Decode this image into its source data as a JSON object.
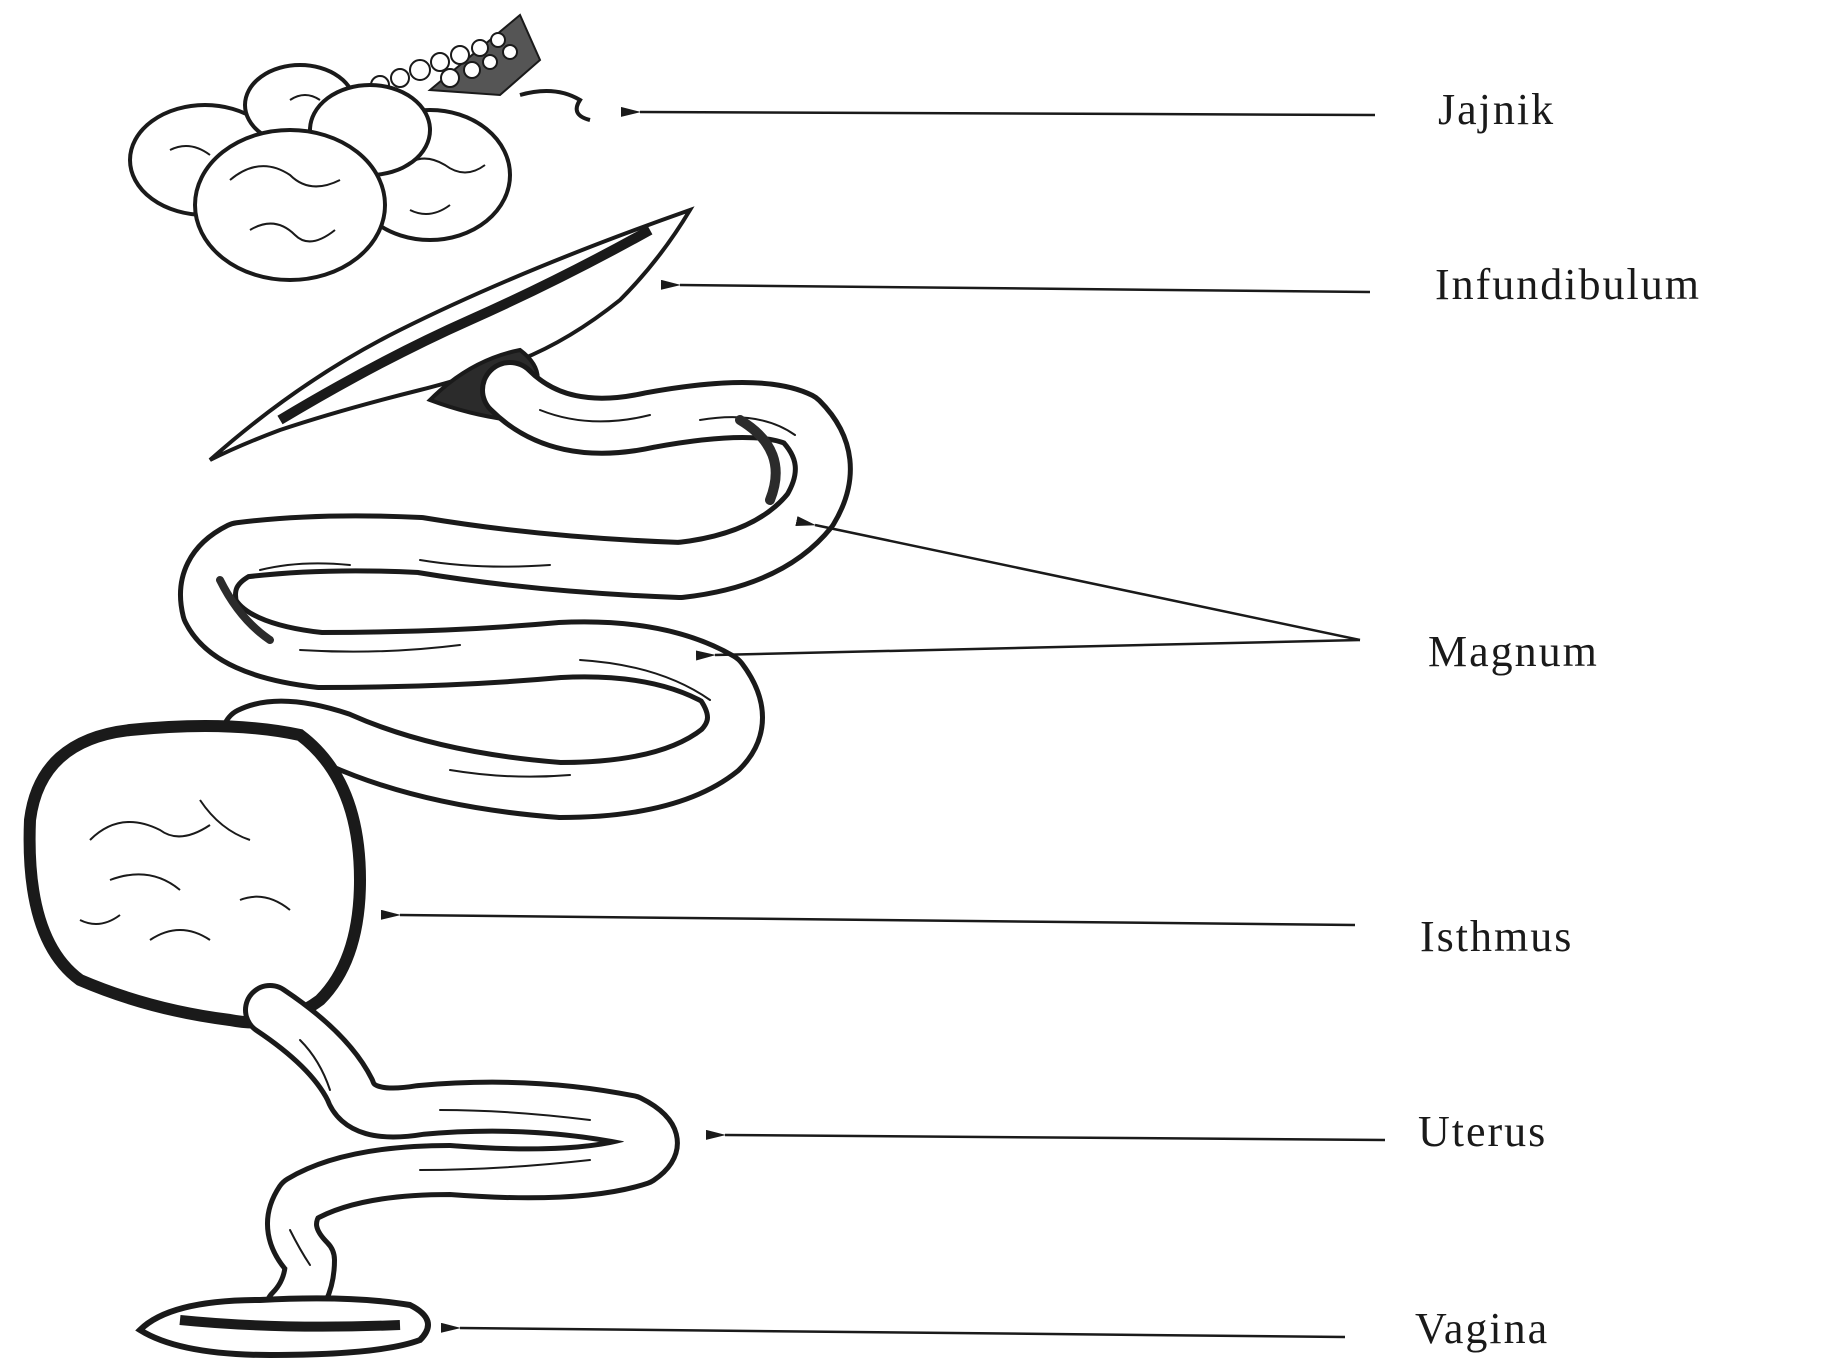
{
  "labels": {
    "jajnik": "Jajnik",
    "infundibulum": "Infundibulum",
    "magnum": "Magnum",
    "isthmus": "Isthmus",
    "uterus": "Uterus",
    "vagina": "Vagina"
  },
  "colors": {
    "ink": "#1a1a1a",
    "paper": "#ffffff",
    "shade": "#2b2b2b"
  }
}
